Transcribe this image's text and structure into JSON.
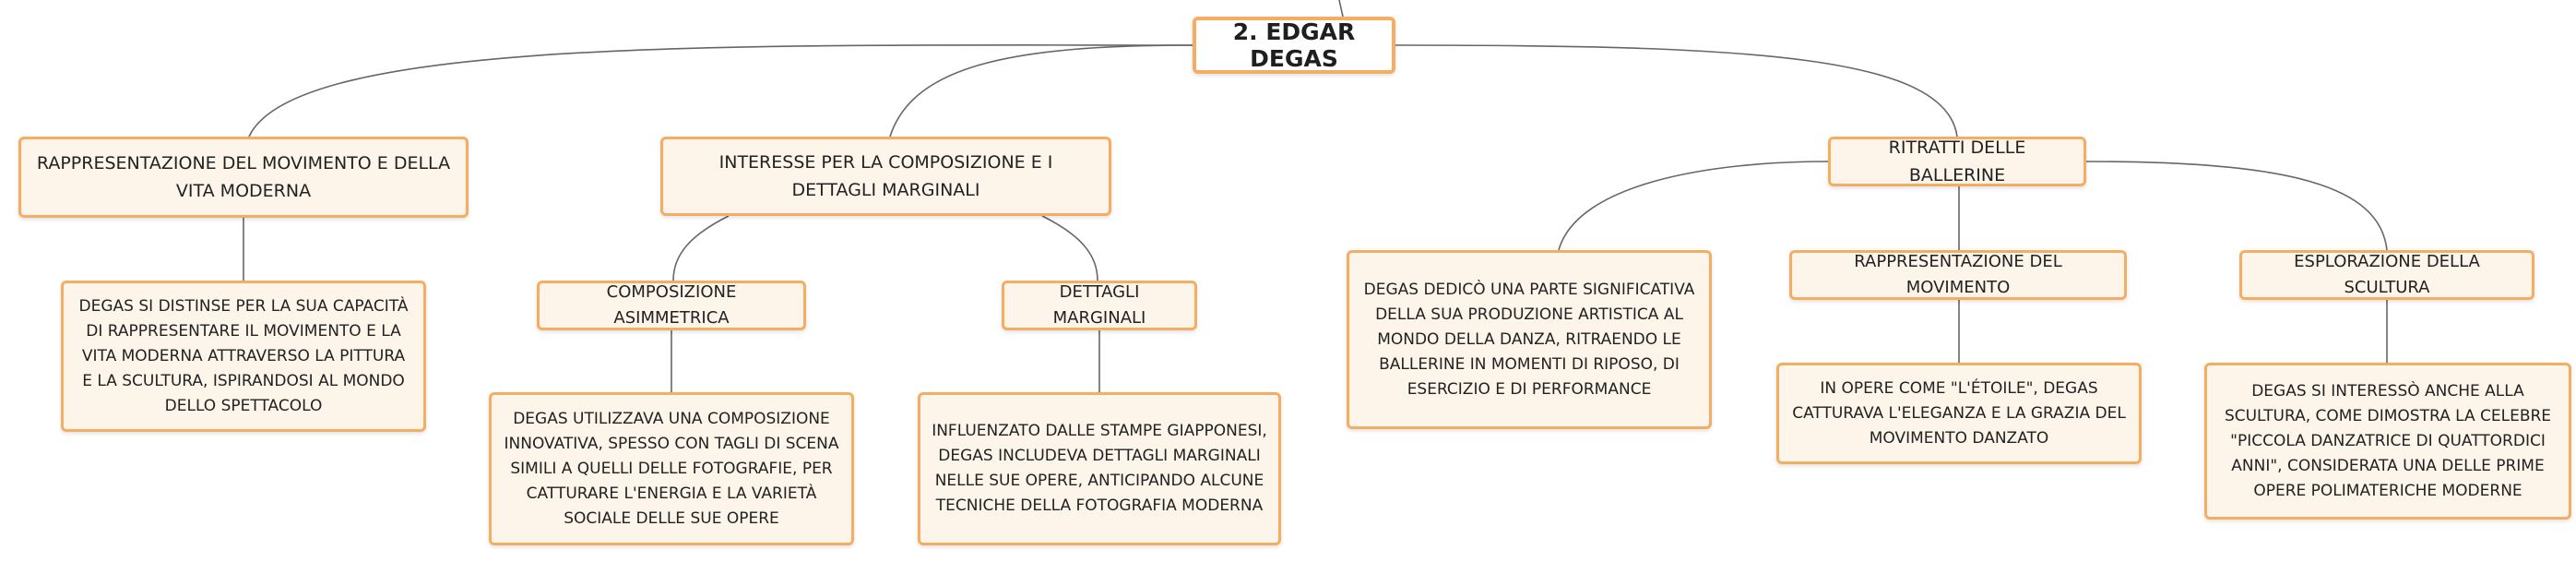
{
  "diagram": {
    "root": "2. EDGAR DEGAS",
    "rappresentazione": {
      "title": "RAPPRESENTAZIONE DEL MOVIMENTO E DELLA VITA MODERNA",
      "detail": "DEGAS SI DISTINSE PER LA SUA CAPACITÀ DI RAPPRESENTARE IL MOVIMENTO E LA VITA MODERNA ATTRAVERSO LA PITTURA E LA SCULTURA, ISPIRANDOSI AL MONDO DELLO SPETTACOLO"
    },
    "interesse": {
      "title": "INTERESSE PER LA COMPOSIZIONE E I DETTAGLI MARGINALI",
      "composizione": {
        "title": "COMPOSIZIONE ASIMMETRICA",
        "detail": "DEGAS UTILIZZAVA UNA COMPOSIZIONE INNOVATIVA, SPESSO CON TAGLI DI SCENA SIMILI A QUELLI DELLE FOTOGRAFIE, PER CATTURARE L'ENERGIA E LA VARIETÀ SOCIALE DELLE SUE OPERE"
      },
      "dettagli": {
        "title": "DETTAGLI MARGINALI",
        "detail": "INFLUENZATO DALLE STAMPE GIAPPONESI, DEGAS INCLUDEVA DETTAGLI MARGINALI NELLE SUE OPERE, ANTICIPANDO ALCUNE TECNICHE DELLA FOTOGRAFIA MODERNA"
      }
    },
    "ritratti": {
      "title": "RITRATTI DELLE BALLERINE",
      "detail": "DEGAS DEDICÒ UNA PARTE SIGNIFICATIVA DELLA SUA PRODUZIONE ARTISTICA AL MONDO DELLA DANZA, RITRAENDO LE BALLERINE IN MOMENTI DI RIPOSO, DI ESERCIZIO E DI PERFORMANCE",
      "movimento": {
        "title": "RAPPRESENTAZIONE DEL MOVIMENTO",
        "detail": "IN OPERE COME \"L'ÉTOILE\", DEGAS CATTURAVA L'ELEGANZA E LA GRAZIA DEL MOVIMENTO DANZATO"
      },
      "scultura": {
        "title": "ESPLORAZIONE DELLA SCULTURA",
        "detail": "DEGAS SI INTERESSÒ ANCHE ALLA SCULTURA, COME DIMOSTRA LA CELEBRE \"PICCOLA DANZATRICE DI QUATTORDICI ANNI\", CONSIDERATA UNA DELLE PRIME OPERE POLIMATERICHE MODERNE"
      }
    }
  }
}
